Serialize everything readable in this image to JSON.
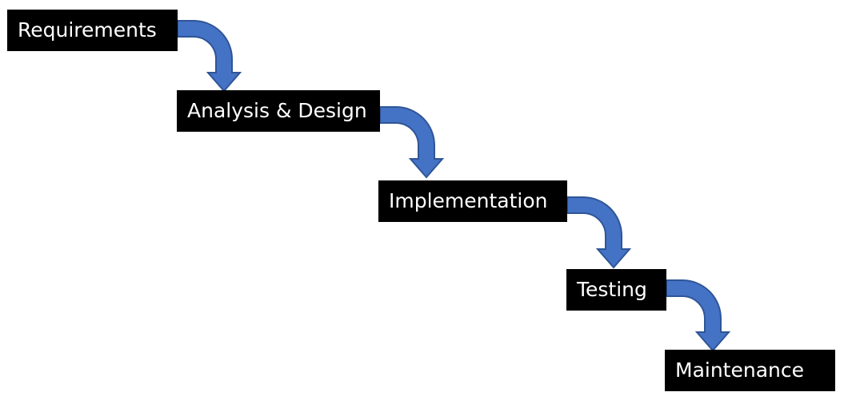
{
  "diagram": {
    "steps": [
      {
        "label": "Requirements"
      },
      {
        "label": "Analysis & Design"
      },
      {
        "label": "Implementation"
      },
      {
        "label": "Testing"
      },
      {
        "label": "Maintenance"
      }
    ],
    "colors": {
      "box_fill": "#000000",
      "box_text": "#ffffff",
      "arrow_fill": "#4472c4",
      "arrow_stroke": "#2f5597"
    }
  }
}
